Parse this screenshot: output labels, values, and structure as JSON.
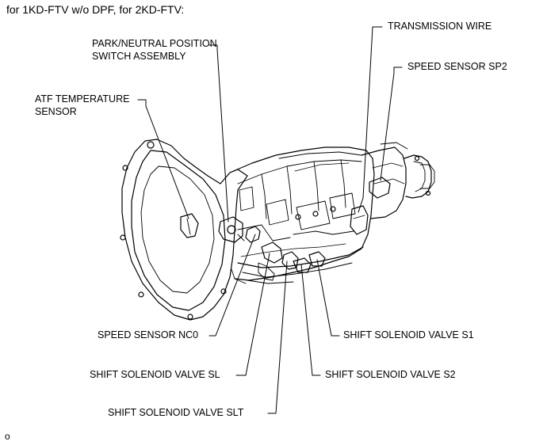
{
  "header": {
    "text": "for 1KD-FTV w/o DPF, for 2KD-FTV:"
  },
  "labels": {
    "park_neutral_line1": "PARK/NEUTRAL POSITION",
    "park_neutral_line2": "SWITCH ASSEMBLY",
    "atf_temp_line1": "ATF TEMPERATURE",
    "atf_temp_line2": "SENSOR",
    "transmission_wire": "TRANSMISSION WIRE",
    "speed_sensor_sp2": "SPEED SENSOR SP2",
    "speed_sensor_nc0": "SPEED SENSOR NC0",
    "shift_solenoid_s1": "SHIFT SOLENOID VALVE S1",
    "shift_solenoid_sl": "SHIFT SOLENOID VALVE SL",
    "shift_solenoid_s2": "SHIFT SOLENOID VALVE S2",
    "shift_solenoid_slt": "SHIFT SOLENOID VALVE SLT"
  },
  "figure_id": "o"
}
